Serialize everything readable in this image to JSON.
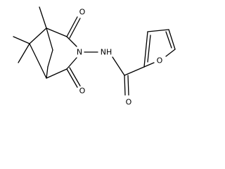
{
  "molecule": {
    "atom_labels": {
      "o_top": "O",
      "n_ring": "N",
      "nh": "NH",
      "o_bottom": "O",
      "o_furan": "O",
      "o_amide": "O"
    }
  }
}
